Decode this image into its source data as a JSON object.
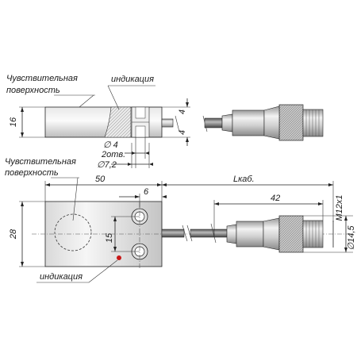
{
  "top_view": {
    "label_sensitive_line1": "Чувствительная",
    "label_sensitive_line2": "поверхность",
    "label_indication": "индикация",
    "dim_height": "16",
    "dim_4_top": "4",
    "dim_4_bottom": "4",
    "dim_hole": "∅ 4",
    "dim_holes_count": "2отв.",
    "dim_counterbore": "∅7,2"
  },
  "front_view": {
    "label_sensitive_line1": "Чувствительная",
    "label_sensitive_line2": "поверхность",
    "label_indication": "индикация",
    "dim_width": "50",
    "dim_hole_offset": "6",
    "dim_cable": "Lкаб.",
    "dim_connector_len": "42",
    "dim_thread": "M12x1",
    "dim_connector_dia": "∅14,5",
    "dim_height": "28",
    "dim_hole_spacing": "15"
  },
  "colors": {
    "body_light": "#f4f4f4",
    "body_dark": "#c8c8c8",
    "led": "#c81818"
  }
}
